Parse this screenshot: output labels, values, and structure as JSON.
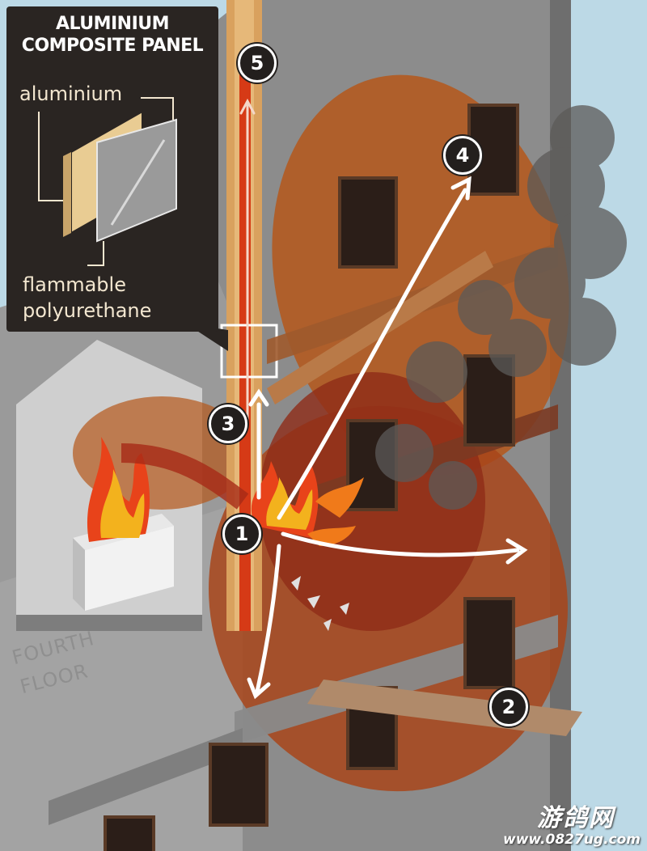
{
  "inset": {
    "title_line1": "ALUMINIUM",
    "title_line2": "COMPOSITE PANEL",
    "label_aluminium": "aluminium",
    "label_flammable_line1": "flammable",
    "label_flammable_line2": "polyurethane"
  },
  "markers": [
    "1",
    "2",
    "3",
    "4",
    "5"
  ],
  "floor_label_line1": "FOURTH",
  "floor_label_line2": "FLOOR",
  "watermark": {
    "name": "游鸽网",
    "url": "www.0827ug.com"
  },
  "colors": {
    "sky": "#bcd9e6",
    "wall": "#8a8a8a",
    "fire_glow": "#b5571a",
    "flame": "#e8431a",
    "inset_bg": "#2a2522",
    "marker_bg": "#231f1d"
  }
}
